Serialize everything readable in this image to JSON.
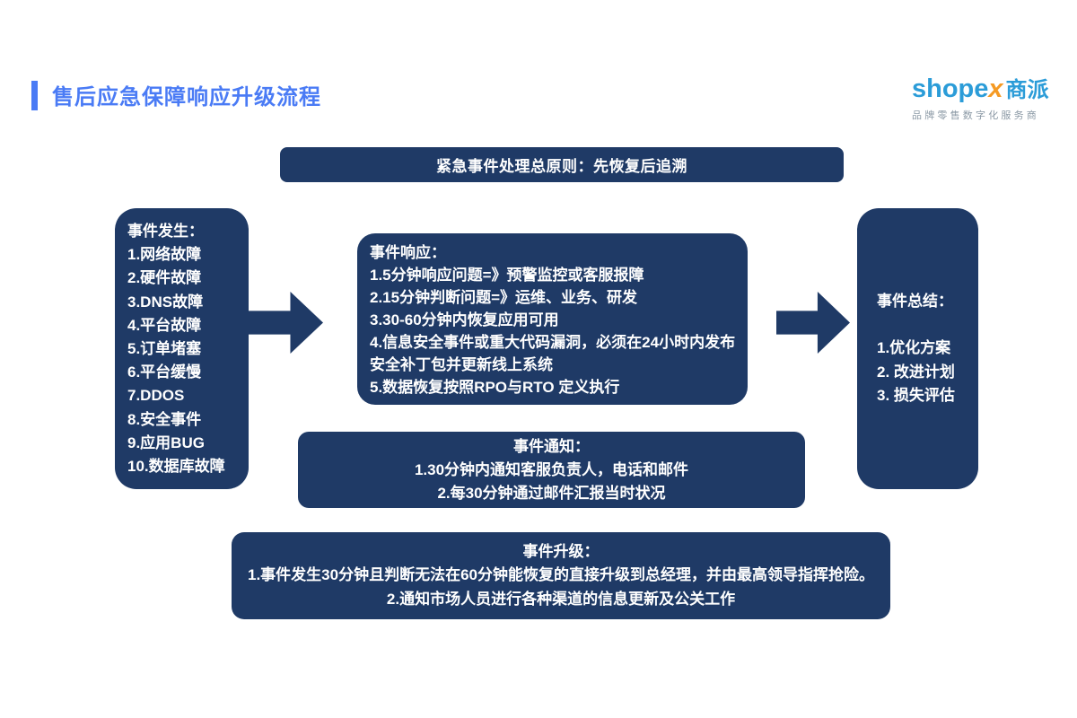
{
  "page": {
    "title": "售后应急保障响应升级流程"
  },
  "logo": {
    "word_blue": "shope",
    "word_orange": "x",
    "word_cn": "商派",
    "tagline": "品牌零售数字化服务商"
  },
  "colors": {
    "accent_blue": "#4a7bf5",
    "navy": "#1f3a66",
    "logo_blue": "#2b9cd8",
    "logo_orange": "#f59a23",
    "tagline_gray": "#8c9aa6",
    "text_white": "#ffffff"
  },
  "banner": {
    "text": "紧急事件处理总原则：先恢复后追溯"
  },
  "boxes": {
    "occurrence": {
      "title": "事件发生：",
      "lines": [
        "1.网络故障",
        "2.硬件故障",
        "3.DNS故障",
        "4.平台故障",
        "5.订单堵塞",
        "6.平台缓慢",
        "7.DDOS",
        "8.安全事件",
        "9.应用BUG",
        "10.数据库故障"
      ]
    },
    "response": {
      "title": "事件响应：",
      "lines": [
        "1.5分钟响应问题=》预警监控或客服报障",
        "2.15分钟判断问题=》运维、业务、研发",
        "3.30-60分钟内恢复应用可用",
        "4.信息安全事件或重大代码漏洞，必须在24小时内发布安全补丁包并更新线上系统",
        "5.数据恢复按照RPO与RTO 定义执行"
      ]
    },
    "summary": {
      "title": "事件总结：",
      "lines": [
        "1.优化方案",
        "2. 改进计划",
        "3. 损失评估"
      ]
    },
    "notify": {
      "title": "事件通知：",
      "lines": [
        "1.30分钟内通知客服负责人，电话和邮件",
        "2.每30分钟通过邮件汇报当时状况"
      ]
    },
    "escalate": {
      "title": "事件升级：",
      "lines": [
        "1.事件发生30分钟且判断无法在60分钟能恢复的直接升级到总经理，并由最高领导指挥抢险。",
        "2.通知市场人员进行各种渠道的信息更新及公关工作"
      ]
    }
  }
}
